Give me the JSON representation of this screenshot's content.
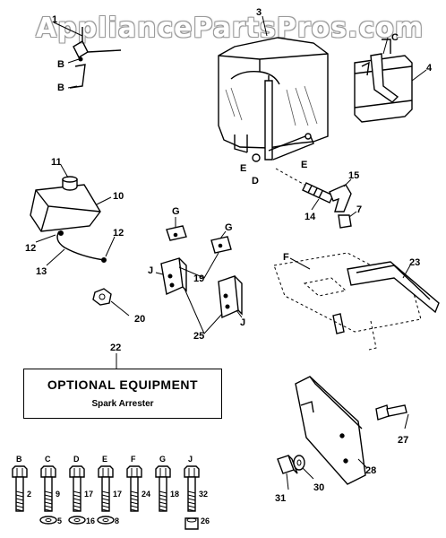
{
  "watermark": "AppliancePartsPros.com",
  "optional_box": {
    "title": "OPTIONAL EQUIPMENT",
    "subtitle": "Spark Arrester"
  },
  "callouts": [
    {
      "id": "c1",
      "text": "1"
    },
    {
      "id": "c3",
      "text": "3"
    },
    {
      "id": "c4",
      "text": "4"
    },
    {
      "id": "c7",
      "text": "7"
    },
    {
      "id": "c10",
      "text": "10"
    },
    {
      "id": "c11",
      "text": "11"
    },
    {
      "id": "c12a",
      "text": "12"
    },
    {
      "id": "c12b",
      "text": "12"
    },
    {
      "id": "c13",
      "text": "13"
    },
    {
      "id": "c14",
      "text": "14"
    },
    {
      "id": "c15",
      "text": "15"
    },
    {
      "id": "c19",
      "text": "19"
    },
    {
      "id": "c20",
      "text": "20"
    },
    {
      "id": "c22",
      "text": "22"
    },
    {
      "id": "c23",
      "text": "23"
    },
    {
      "id": "c25",
      "text": "25"
    },
    {
      "id": "c27",
      "text": "27"
    },
    {
      "id": "c28",
      "text": "28"
    },
    {
      "id": "c30",
      "text": "30"
    },
    {
      "id": "c31",
      "text": "31"
    }
  ],
  "letters": [
    {
      "id": "l_b1",
      "text": "B"
    },
    {
      "id": "l_b2",
      "text": "B"
    },
    {
      "id": "l_c_top",
      "text": "C"
    },
    {
      "id": "l_e1",
      "text": "E"
    },
    {
      "id": "l_e2",
      "text": "E"
    },
    {
      "id": "l_d",
      "text": "D"
    },
    {
      "id": "l_g1",
      "text": "G"
    },
    {
      "id": "l_g2",
      "text": "G"
    },
    {
      "id": "l_j1",
      "text": "J"
    },
    {
      "id": "l_j2",
      "text": "J"
    },
    {
      "id": "l_f",
      "text": "F"
    }
  ],
  "fasteners": [
    {
      "letter": "B",
      "bolt": "2",
      "washer": ""
    },
    {
      "letter": "C",
      "bolt": "9",
      "washer": "5"
    },
    {
      "letter": "D",
      "bolt": "17",
      "washer": "16"
    },
    {
      "letter": "E",
      "bolt": "17",
      "washer": "8"
    },
    {
      "letter": "F",
      "bolt": "24",
      "washer": ""
    },
    {
      "letter": "G",
      "bolt": "18",
      "washer": ""
    },
    {
      "letter": "J",
      "bolt": "32",
      "washer": "26"
    }
  ]
}
